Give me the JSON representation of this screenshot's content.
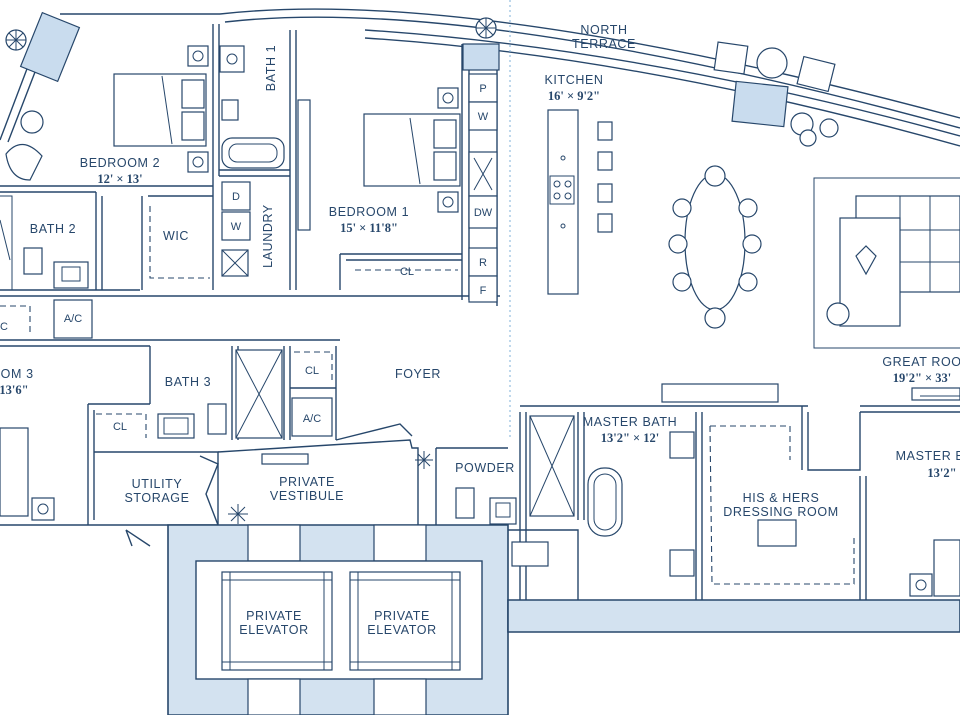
{
  "rooms": {
    "north_terrace": [
      "NORTH",
      "TERRACE"
    ],
    "kitchen": {
      "name": "KITCHEN",
      "dim": "16' × 9'2\""
    },
    "bedroom2": {
      "name": "BEDROOM 2",
      "dim": "12' × 13'"
    },
    "bedroom1": {
      "name": "BEDROOM 1",
      "dim": "15' × 11'8\""
    },
    "bedroom3": {
      "name": "OOM 3",
      "dim": "13'6\""
    },
    "great_room": {
      "name": "GREAT ROO",
      "dim": "19'2\" × 33'"
    },
    "master_bath": {
      "name": "MASTER BATH",
      "dim": "13'2\" × 12'"
    },
    "master_bedroom": {
      "name": "MASTER B",
      "dim": "13'2\""
    },
    "bath1": "BATH 1",
    "bath2": "BATH 2",
    "bath3": "BATH 3",
    "laundry": "LAUNDRY",
    "wic": "WIC",
    "foyer": "FOYER",
    "powder": "POWDER",
    "utility_storage": [
      "UTILITY",
      "STORAGE"
    ],
    "private_vestibule": [
      "PRIVATE",
      "VESTIBULE"
    ],
    "his_hers_dressing": [
      "HIS & HERS",
      "DRESSING ROOM"
    ],
    "private_elevator": [
      "PRIVATE",
      "ELEVATOR"
    ]
  },
  "tags": {
    "closet": "CL",
    "ac": "A/C",
    "pantry": "P",
    "wine": "W",
    "dishwasher": "DW",
    "refrigerator": "R",
    "freezer": "F",
    "dryer": "D",
    "washer": "W",
    "closet_partial": "C"
  },
  "colors": {
    "line": "#27476b",
    "wall_fill": "#dfeaf4",
    "core_fill": "#d3e2f0",
    "glass": "#c9dcee",
    "guide": "#7fb1d9"
  }
}
